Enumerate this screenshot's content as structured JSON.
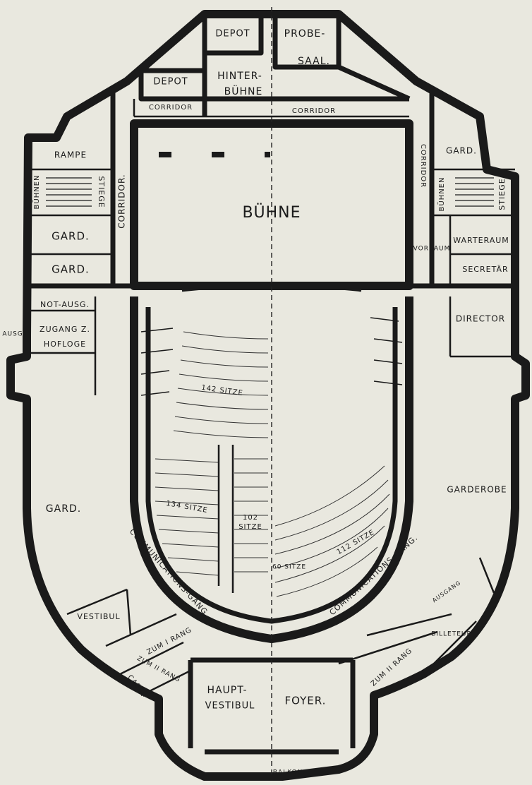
{
  "labels": {
    "depot_top": "DEPOT",
    "probe_saal_1": "PROBE-",
    "probe_saal_2": "SAAL.",
    "depot_left": "DEPOT",
    "hinter_buehne_1": "HINTER-",
    "hinter_buehne_2": "BÜHNE",
    "corridor_left_top": "CORRIDOR",
    "corridor_right_top": "CORRIDOR",
    "rampe": "RAMPE",
    "buehnen_left": "BÜHNEN",
    "stiege_left": "STIEGE",
    "corridor_left_vert": "CORRIDOR.",
    "buehne": "BÜHNE",
    "gard_right_top": "GARD.",
    "corridor_right_vert": "CORRIDOR",
    "buehnen_right": "BÜHNEN",
    "stiege_right": "STIEGE",
    "gard_left_1": "GARD.",
    "gard_left_2": "GARD.",
    "vorraum": "VORRAUM",
    "warteraum": "WARTERAUM",
    "secretaer": "SECRETÄR",
    "not_ausg": "NOT-AUSG.",
    "ausg": "AUSG.",
    "zugang_1": "ZUGANG Z.",
    "zugang_2": "HOFLOGE",
    "director": "DIRECTOR",
    "sitze_142": "142 SITZE",
    "gard_left_big": "GARD.",
    "garderobe": "GARDEROBE",
    "sitze_134": "134 SITZE",
    "sitze_102_1": "102",
    "sitze_102_2": "SITZE",
    "sitze_112": "112 SITZE",
    "sitze_60": "60 SITZE",
    "comm_gang_left": "COMMUNICATIONS-GANG.",
    "comm_gang_right": "COMMUNICATIONS-GANG.",
    "ausgang": "AUSGANG",
    "vestibul": "VESTIBUL",
    "zum_i_rang": "ZUM I RANG",
    "zum_ii_rang_left": "ZUM II RANG",
    "zum_ii_rang_right": "ZUM II RANG",
    "billeteur": "BILLETEUR",
    "casse": "CASSE",
    "haupt_vestibul_1": "HAUPT-",
    "haupt_vestibul_2": "VESTIBUL",
    "foyer": "FOYER.",
    "balkon": "BALKON."
  }
}
